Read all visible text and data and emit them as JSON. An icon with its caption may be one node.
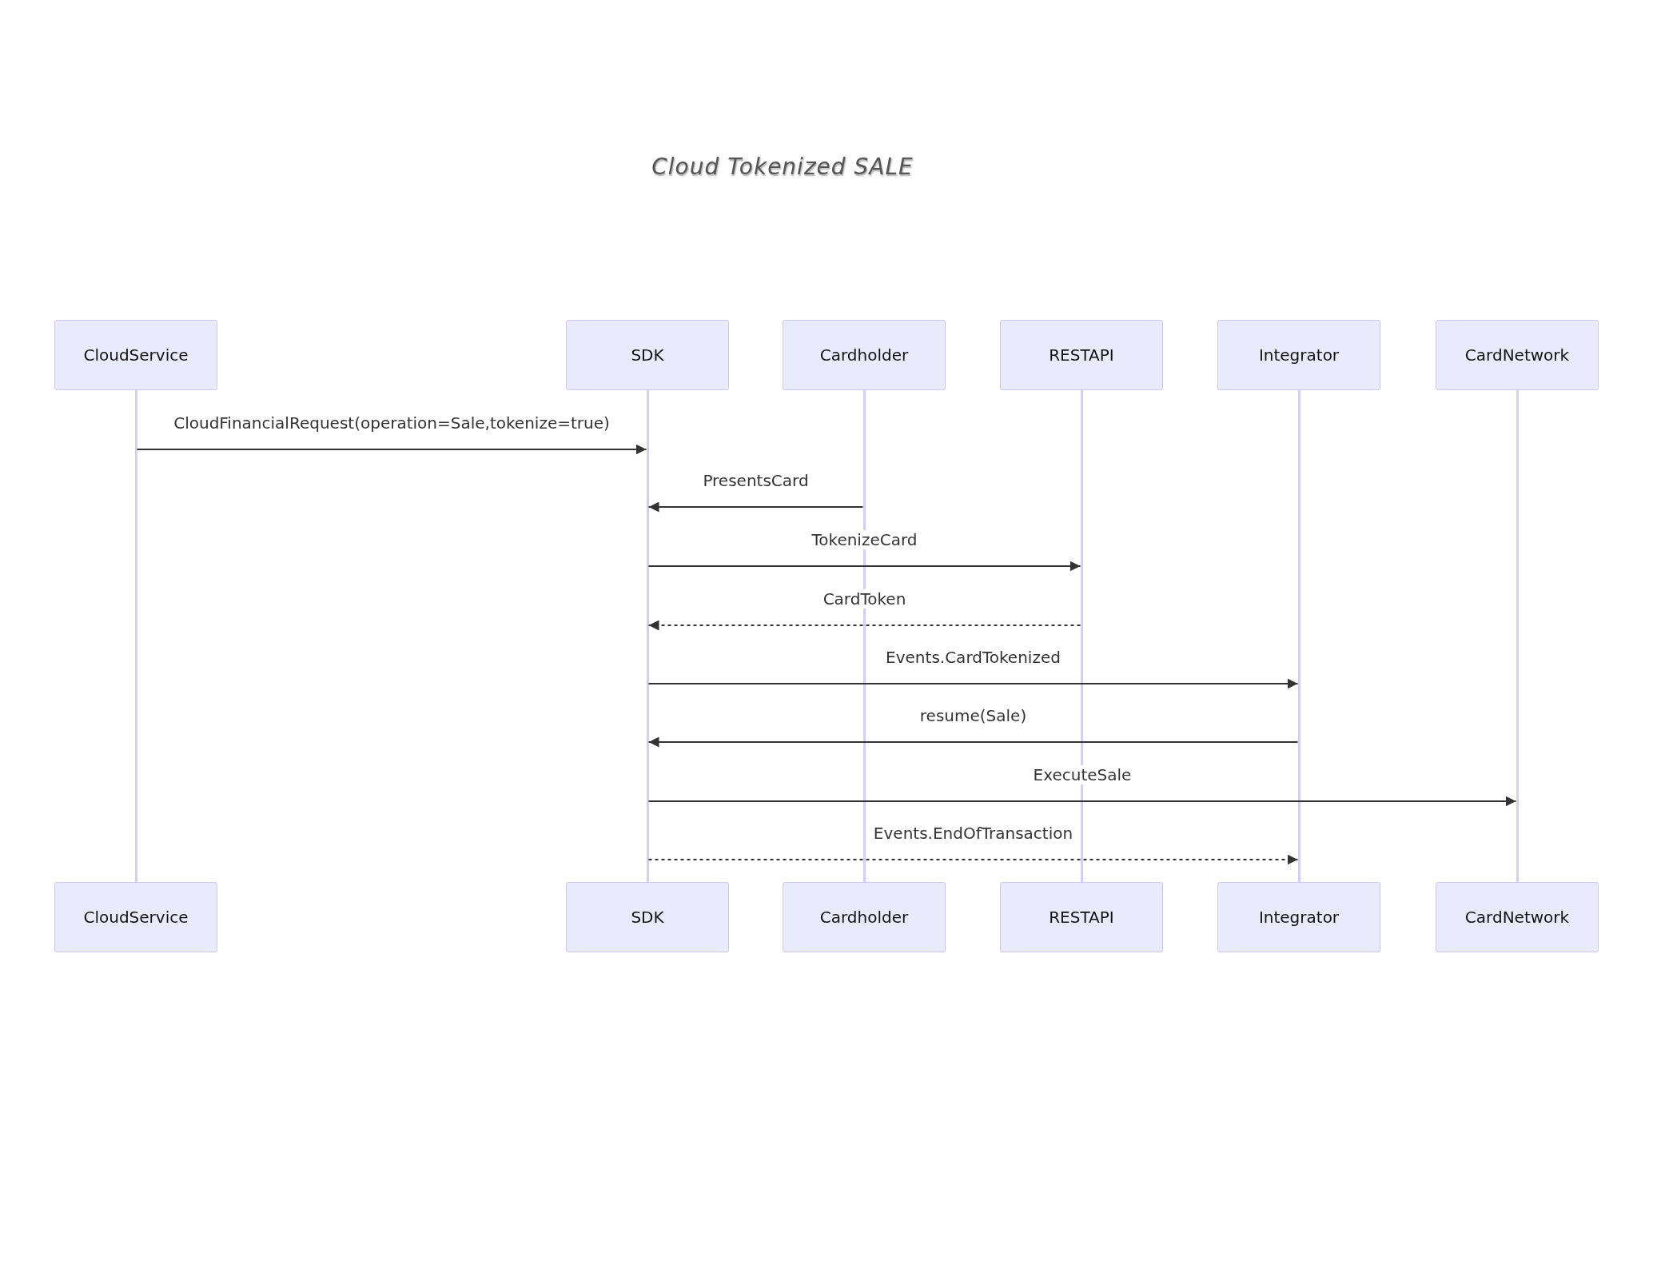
{
  "diagram": {
    "title": "Cloud Tokenized SALE",
    "nodes": [
      {
        "text": [
          "CloudService"
        ]
      },
      {
        "text": [
          "SDK"
        ]
      },
      {
        "text": [
          "Cardholder"
        ]
      },
      {
        "text": [
          "RESTAPI"
        ]
      },
      {
        "text": [
          "Integrator"
        ]
      },
      {
        "text": [
          "CardNetwork"
        ]
      },
      {
        "text": [],
        "shape": "bar"
      },
      {
        "text": [],
        "shape": "bar"
      },
      {
        "text": [],
        "shape": "bar"
      },
      {
        "text": [],
        "shape": "bar"
      },
      {
        "text": [],
        "shape": "bar"
      },
      {
        "text": [],
        "shape": "bar"
      },
      {
        "text": [
          "CloudService"
        ]
      },
      {
        "text": [
          "SDK"
        ]
      },
      {
        "text": [
          "Cardholder"
        ]
      },
      {
        "text": [
          "RESTAPI"
        ]
      },
      {
        "text": [
          "Integrator"
        ]
      },
      {
        "text": [
          "CardNetwork"
        ]
      }
    ],
    "edges": [
      {
        "from": 6,
        "to": 7,
        "arrow": "to",
        "label": "CloudFinancialRequest(operation=Sale,tokenize=true)"
      },
      {
        "from": 8,
        "to": 7,
        "arrow": "to",
        "label": "PresentsCard"
      },
      {
        "from": 7,
        "to": 9,
        "arrow": "to",
        "label": "TokenizeCard"
      },
      {
        "from": 9,
        "to": 7,
        "arrow": "to",
        "label": "CardToken",
        "style": "dashed"
      },
      {
        "from": 7,
        "to": 10,
        "arrow": "to",
        "label": "Events.CardTokenized"
      },
      {
        "from": 10,
        "to": 7,
        "arrow": "to",
        "label": "resume(Sale)"
      },
      {
        "from": 7,
        "to": 11,
        "arrow": "to",
        "label": "ExecuteSale"
      },
      {
        "from": 7,
        "to": 10,
        "arrow": "to",
        "label": "Events.EndOfTransaction",
        "style": "dashed"
      }
    ]
  }
}
